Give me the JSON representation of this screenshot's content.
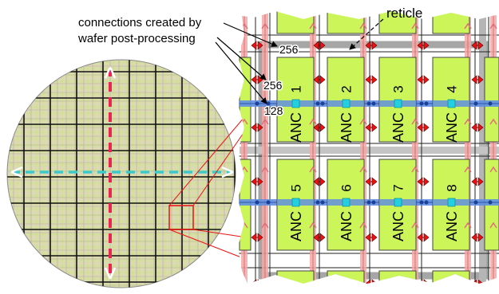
{
  "annotations": {
    "connections_line1": "connections created by",
    "connections_line2": "wafer post-processing",
    "reticle_label": "reticle",
    "bus_256_top": "256",
    "bus_256_mid": "256",
    "bus_128": "128"
  },
  "chips": [
    {
      "number": "1",
      "label": "ANC"
    },
    {
      "number": "2",
      "label": "ANC"
    },
    {
      "number": "3",
      "label": "ANC"
    },
    {
      "number": "4",
      "label": "ANC"
    },
    {
      "number": "5",
      "label": "ANC"
    },
    {
      "number": "6",
      "label": "ANC"
    },
    {
      "number": "7",
      "label": "ANC"
    },
    {
      "number": "8",
      "label": "ANC"
    }
  ],
  "colors": {
    "chip_fill": "#ccf55a",
    "wafer_fill": "#d8dca6",
    "bus_blue": "#5f8fe0",
    "bus_node_cyan": "#22d0e0",
    "vertical_link_pink": "#f4a8a8",
    "red_arrow": "#ee1111",
    "dash_red": "#ee2255",
    "dash_cyan": "#40c8c8",
    "reticle_border": "#9a9a9a"
  }
}
